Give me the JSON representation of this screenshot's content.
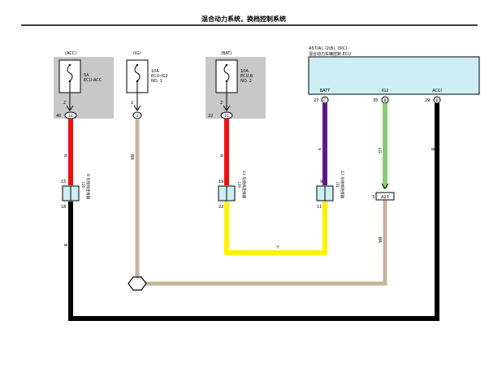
{
  "header": {
    "title": "混合动力系统，换档控制系统"
  },
  "fuses": [
    {
      "group": "(ACC)",
      "rating": "5A",
      "name": "ECU-ACC",
      "name2": "",
      "pin_top": "2",
      "conn_pin": "40",
      "conn_id": "1E"
    },
    {
      "group": "(IG)",
      "rating": "10A",
      "name": "ECU-IG2",
      "name2": "NO. 1",
      "pin_top": "2",
      "conn_pin": "",
      "conn_id": "2"
    },
    {
      "group": "(BAT)",
      "rating": "10A",
      "name": "ECU-B",
      "name2": "NO. 2",
      "pin_top": "2",
      "conn_pin": "22",
      "conn_id": "1E"
    }
  ],
  "ecu": {
    "label1": "A57(A), I2(B), I3(C)",
    "label2": "混合动力车辆控制 ECU",
    "pins": [
      {
        "name": "BATT",
        "num": "27",
        "conn": "C"
      },
      {
        "name": "IG2",
        "num": "35",
        "conn": "B"
      },
      {
        "name": "ACCI",
        "num": "29",
        "conn": "B"
      }
    ]
  },
  "junctions": [
    {
      "top_pin": "15",
      "bottom_pin": "18",
      "id": "I26",
      "label": "8 号接线连接器"
    },
    {
      "top_pin": "19",
      "bottom_pin": "22",
      "id": "I29",
      "label": "11 号接线连接器"
    },
    {
      "top_pin": "9",
      "bottom_pin": "11",
      "id": "I31",
      "label": "13 号接线连接器"
    }
  ],
  "connector_a": {
    "pin": "3",
    "id": "A23"
  },
  "wires": {
    "r": "R",
    "br": "BR",
    "v": "V",
    "lg": "LG",
    "y": "Y",
    "b": "B"
  },
  "colors": {
    "red": "#ee1111",
    "tan": "#c8b49a",
    "yellow": "#fff200",
    "violet": "#5a1a8a",
    "green": "#88cc77",
    "black": "#000000",
    "ecu_fill": "#cdeef3",
    "fuse_area": "#c8c8c8"
  }
}
